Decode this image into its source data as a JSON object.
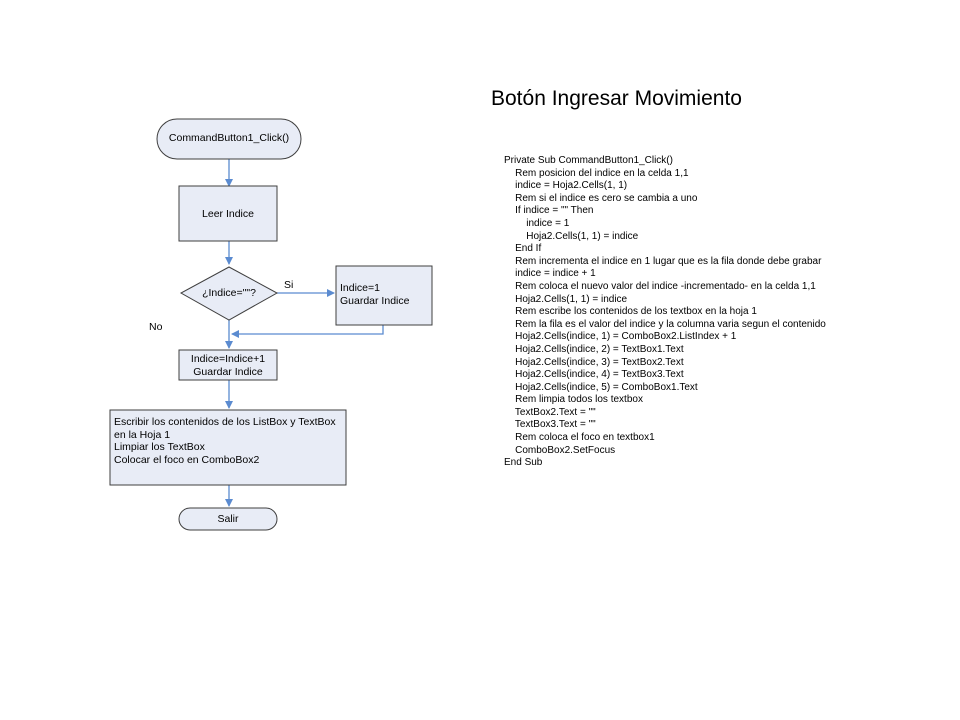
{
  "diagram": {
    "colors": {
      "node_fill": "#E8ECF6",
      "node_stroke": "#3F3F3F",
      "arrow": "#5B8BD0"
    },
    "nodes": {
      "start": "CommandButton1_Click()",
      "leer": "Leer Indice",
      "decision": "¿Indice=\"\"?",
      "set_one": [
        "Indice=1",
        "Guardar Indice"
      ],
      "increment": [
        "Indice=Indice+1",
        "Guardar Indice"
      ],
      "write": [
        "Escribir los contenidos de los ListBox y TextBox",
        "en la Hoja 1",
        "Limpiar los TextBox",
        "Colocar el foco en ComboBox2"
      ],
      "exit": "Salir"
    },
    "edge_labels": {
      "yes": "Si",
      "no": "No"
    }
  },
  "code_panel": {
    "title": "Botón Ingresar Movimiento",
    "lines": [
      "Private Sub CommandButton1_Click()",
      "    Rem posicion del indice en la celda 1,1",
      "    indice = Hoja2.Cells(1, 1)",
      "    Rem si el indice es cero se cambia a uno",
      "    If indice = \"\" Then",
      "        indice = 1",
      "        Hoja2.Cells(1, 1) = indice",
      "    End If",
      "    Rem incrementa el indice en 1 lugar que es la fila donde debe grabar",
      "    indice = indice + 1",
      "    Rem coloca el nuevo valor del indice -incrementado- en la celda 1,1",
      "    Hoja2.Cells(1, 1) = indice",
      "    Rem escribe los contenidos de los textbox en la hoja 1",
      "    Rem la fila es el valor del indice y la columna varia segun el contenido",
      "    Hoja2.Cells(indice, 1) = ComboBox2.ListIndex + 1",
      "    Hoja2.Cells(indice, 2) = TextBox1.Text",
      "    Hoja2.Cells(indice, 3) = TextBox2.Text",
      "    Hoja2.Cells(indice, 4) = TextBox3.Text",
      "    Hoja2.Cells(indice, 5) = ComboBox1.Text",
      "    Rem limpia todos los textbox",
      "    TextBox2.Text = \"\"",
      "    TextBox3.Text = \"\"",
      "    Rem coloca el foco en textbox1",
      "    ComboBox2.SetFocus",
      "End Sub"
    ]
  }
}
